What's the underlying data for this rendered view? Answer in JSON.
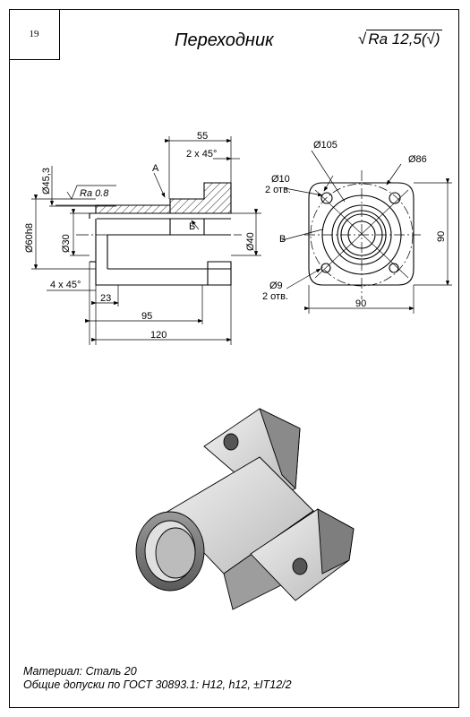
{
  "sheet": {
    "number": "19",
    "title": "Переходник",
    "roughness_general": "Ra 12,5(√)"
  },
  "dimensions": {
    "d45_3": "Ø45,3",
    "d60h8": "Ø60h8",
    "d30": "Ø30",
    "d40": "Ø40",
    "l55": "55",
    "chamfer_top": "2 x 45°",
    "chamfer_bottom": "4 x 45°",
    "l23": "23",
    "l95": "95",
    "l120": "120",
    "ra08": "Ra 0.8",
    "d105": "Ø105",
    "d86": "Ø86",
    "d10": "Ø10",
    "holes10": "2 отв.",
    "d9": "Ø9",
    "holes9": "2 отв.",
    "w90": "90",
    "h90": "90"
  },
  "labels": {
    "a": "А",
    "b": "Б",
    "v": "В"
  },
  "notes": {
    "material": "Материал: Сталь 20",
    "tolerances": "Общие допуски по ГОСТ 30893.1: H12, h12, ±IT12/2"
  },
  "colors": {
    "line": "#000000",
    "body_light": "#e8e8e8",
    "body_mid": "#bdbdbd",
    "body_dark": "#7a7a7a"
  }
}
